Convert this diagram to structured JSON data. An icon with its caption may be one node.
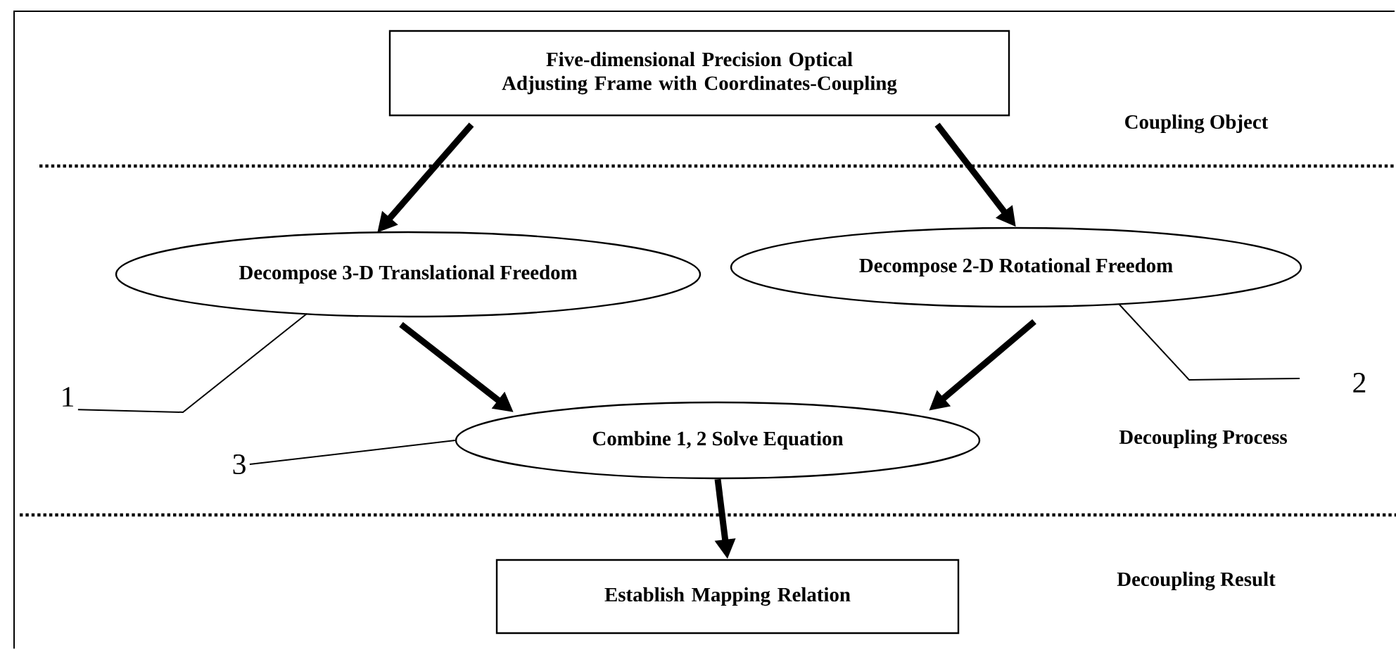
{
  "diagram": {
    "nodes": [
      {
        "text": [
          "Five-dimensional Precision Optical Adjusting Frame with Coordinates-Coupling"
        ]
      },
      {
        "text": [
          "Decompose 3-D Translational Freedom"
        ]
      },
      {
        "text": [
          "Decompose 2-D Rotational Freedom"
        ]
      },
      {
        "text": [
          "Combine 1, 2 Solve Equation"
        ]
      },
      {
        "text": [
          "Establish Mapping Relation"
        ]
      },
      {
        "text": [
          "1"
        ]
      },
      {
        "text": [
          "2"
        ]
      },
      {
        "text": [
          "3"
        ]
      }
    ],
    "edges": [
      {
        "from": 0,
        "to": 1,
        "arrow": "to"
      },
      {
        "from": 0,
        "to": 2,
        "arrow": "to"
      },
      {
        "from": 1,
        "to": 3,
        "arrow": "to"
      },
      {
        "from": 2,
        "to": 3,
        "arrow": "to"
      },
      {
        "from": 3,
        "to": 4,
        "arrow": "to"
      },
      {
        "from": 5,
        "to": 1,
        "arrow": "none"
      },
      {
        "from": 6,
        "to": 2,
        "arrow": "none"
      },
      {
        "from": 7,
        "to": 3,
        "arrow": "none"
      }
    ],
    "labels": [
      "Coupling Object",
      "Decoupling Process",
      "Decoupling Result"
    ]
  }
}
